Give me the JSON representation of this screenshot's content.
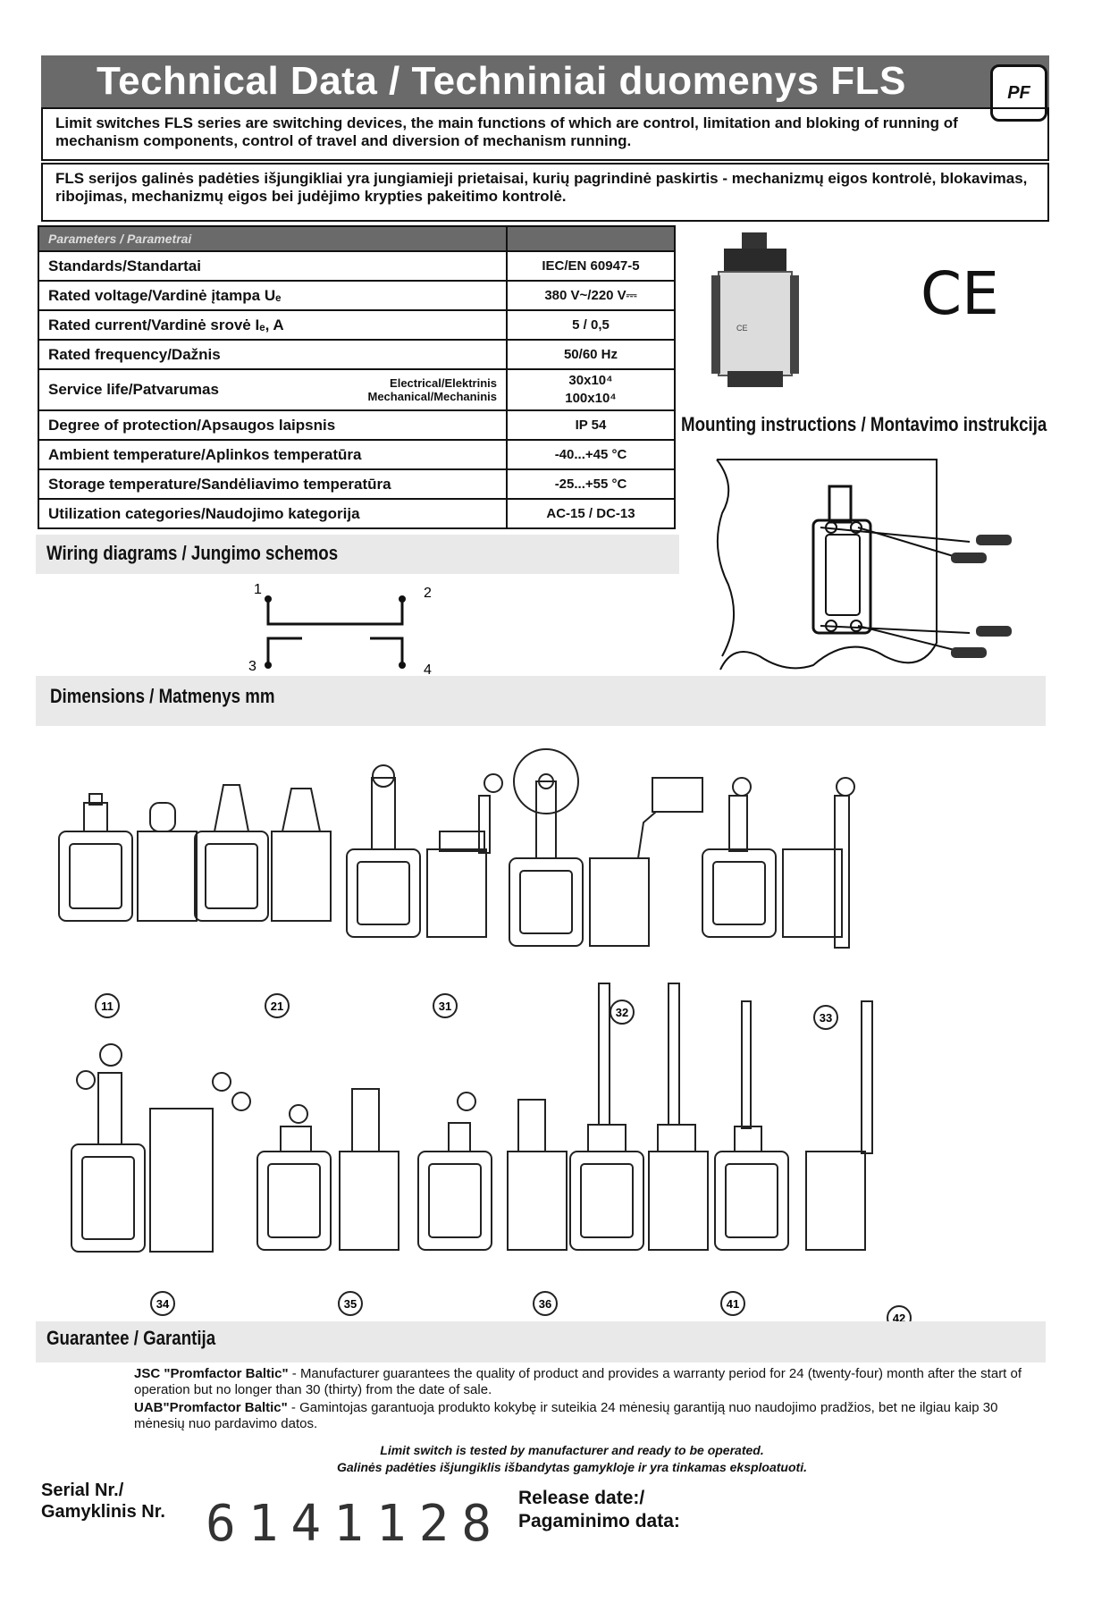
{
  "header": {
    "title": "Technical Data / Techniniai duomenys FLS",
    "logo": "PF"
  },
  "intro": {
    "en": "Limit switches FLS series are switching devices, the main functions of which are control, limitation and bloking of running of mechanism components, control of travel and diversion of mechanism running.",
    "lt": "FLS serijos galinės padėties išjungikliai yra jungiamieji prietaisai, kurių pagrindinė paskirtis - mechanizmų eigos kontrolė, blokavimas, ribojimas, mechanizmų eigos bei judėjimo krypties pakeitimo kontrolė."
  },
  "parameters": {
    "header": "Parameters / Parametrai",
    "rows": [
      {
        "label": "Standards/Standartai",
        "value": "IEC/EN 60947-5"
      },
      {
        "label": "Rated voltage/Vardinė įtampa Uₑ",
        "value": "380 V~/220 V⎓"
      },
      {
        "label": "Rated current/Vardinė srovė Iₑ, A",
        "value": "5 / 0,5"
      },
      {
        "label": "Rated frequency/Dažnis",
        "value": "50/60 Hz"
      },
      {
        "label": "Degree of protection/Apsaugos laipsnis",
        "value": "IP 54"
      },
      {
        "label": "Ambient temperature/Aplinkos temperatūra",
        "value": "-40...+45 °C"
      },
      {
        "label": "Storage temperature/Sandėliavimo temperatūra",
        "value": "-25...+55 °C"
      },
      {
        "label": "Utilization categories/Naudojimo kategorija",
        "value": "AC-15 / DC-13"
      }
    ],
    "service_life": {
      "label": "Service life/Patvarumas",
      "electrical_label": "Electrical/Elektrinis",
      "mechanical_label": "Mechanical/Mechaninis",
      "electrical_value": "30x10⁴",
      "mechanical_value": "100x10⁴"
    }
  },
  "ce_mark": "CE",
  "mounting": {
    "title": "Mounting instructions / Montavimo instrukcija"
  },
  "wiring": {
    "title": "Wiring diagrams / Jungimo schemos",
    "terminals": [
      "1",
      "2",
      "3",
      "4"
    ]
  },
  "dimensions": {
    "title": "Dimensions / Matmenys mm",
    "models_row1": [
      "11",
      "21",
      "31",
      "32",
      "33"
    ],
    "models_row2": [
      "34",
      "35",
      "36",
      "41",
      "42"
    ]
  },
  "guarantee": {
    "title": "Guarantee / Garantija",
    "en_company": "JSC \"Promfactor Baltic\"",
    "en_text": " - Manufacturer guarantees the quality of product and provides a warranty period for 24 (twenty-four) month after the start of operation but no longer than 30 (thirty) from the date of sale.",
    "lt_company": "UAB\"Promfactor Baltic\"",
    "lt_text": " - Gamintojas garantuoja produkto kokybę ir suteikia 24 mėnesių garantiją nuo naudojimo pradžios, bet ne ilgiau kaip 30 mėnesių nuo pardavimo datos.",
    "tested_en": "Limit switch is tested by manufacturer and ready to be operated.",
    "tested_lt": "Galinės padėties išjungiklis išbandytas gamykloje ir yra tinkamas eksploatuoti."
  },
  "footer": {
    "serial_label_1": "Serial Nr./",
    "serial_label_2": "Gamyklinis Nr.",
    "serial_value": "6141128",
    "release_label_1": "Release date:/",
    "release_label_2": "Pagaminimo data:"
  }
}
